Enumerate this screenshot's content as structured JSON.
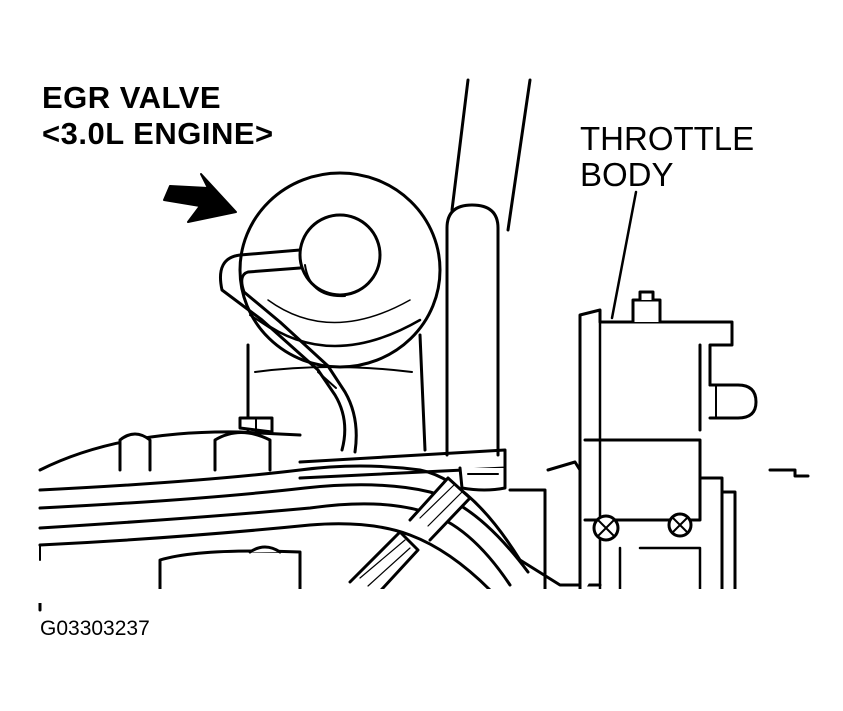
{
  "diagram": {
    "labels": {
      "egr_line1": "EGR VALVE",
      "egr_line2": "<3.0L ENGINE>",
      "throttle_line1": "THROTTLE",
      "throttle_line2": "BODY"
    },
    "figure_id": "G03303237",
    "colors": {
      "ink": "#000000",
      "paper": "#ffffff"
    }
  }
}
